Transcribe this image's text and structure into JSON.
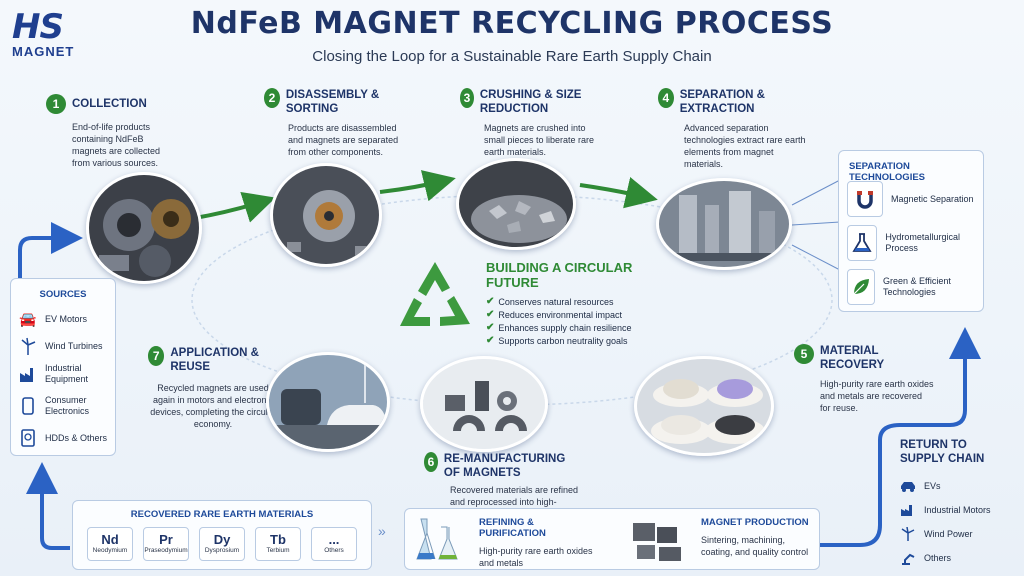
{
  "logo": {
    "brand": "HS",
    "sub": "MAGNET"
  },
  "title": "NdFeB MAGNET RECYCLING PROCESS",
  "subtitle": "Closing the Loop for a Sustainable Rare Earth Supply Chain",
  "steps": [
    {
      "num": "1",
      "title": "COLLECTION",
      "desc": "End-of-life products containing NdFeB magnets are collected from various sources."
    },
    {
      "num": "2",
      "title": "DISASSEMBLY & SORTING",
      "desc": "Products are disassembled and magnets are separated from other components."
    },
    {
      "num": "3",
      "title": "CRUSHING & SIZE REDUCTION",
      "desc": "Magnets are crushed into small pieces to liberate rare earth materials."
    },
    {
      "num": "4",
      "title": "SEPARATION & EXTRACTION",
      "desc": "Advanced separation technologies extract rare earth elements from magnet materials."
    },
    {
      "num": "5",
      "title": "MATERIAL RECOVERY",
      "desc": "High-purity rare earth oxides and metals are recovered for reuse."
    },
    {
      "num": "6",
      "title": "RE-MANUFACTURING OF MAGNETS",
      "desc": "Recovered materials are refined and reprocessed into high-performance NdFeB magnets."
    },
    {
      "num": "7",
      "title": "APPLICATION & REUSE",
      "desc": "Recycled magnets are used again in motors and electronic devices, completing the circular economy."
    }
  ],
  "sources": {
    "title": "SOURCES",
    "items": [
      "EV Motors",
      "Wind Turbines",
      "Industrial Equipment",
      "Consumer Electronics",
      "HDDs & Others"
    ]
  },
  "separation_tech": {
    "title": "SEPARATION TECHNOLOGIES",
    "items": [
      "Magnetic Separation",
      "Hydrometallurgical Process",
      "Green & Efficient Technologies"
    ]
  },
  "circular": {
    "title": "BUILDING A CIRCULAR FUTURE",
    "bullets": [
      "Conserves natural resources",
      "Reduces environmental impact",
      "Enhances supply chain resilience",
      "Supports carbon neutrality goals"
    ]
  },
  "recovered": {
    "title": "RECOVERED RARE EARTH MATERIALS",
    "elements": [
      {
        "sym": "Nd",
        "name": "Neodymium"
      },
      {
        "sym": "Pr",
        "name": "Praseodymium"
      },
      {
        "sym": "Dy",
        "name": "Dysprosium"
      },
      {
        "sym": "Tb",
        "name": "Terbium"
      },
      {
        "sym": "...",
        "name": "Others"
      }
    ]
  },
  "refining": {
    "title": "REFINING & PURIFICATION",
    "desc": "High-purity rare earth oxides and metals"
  },
  "production": {
    "title": "MAGNET PRODUCTION",
    "desc": "Sintering, machining, coating, and quality control"
  },
  "return": {
    "title": "RETURN TO SUPPLY CHAIN",
    "items": [
      "EVs",
      "Industrial Motors",
      "Wind Power",
      "Others"
    ]
  },
  "colors": {
    "navy": "#1e3468",
    "green": "#2f8a35",
    "blue": "#2b62c4"
  }
}
